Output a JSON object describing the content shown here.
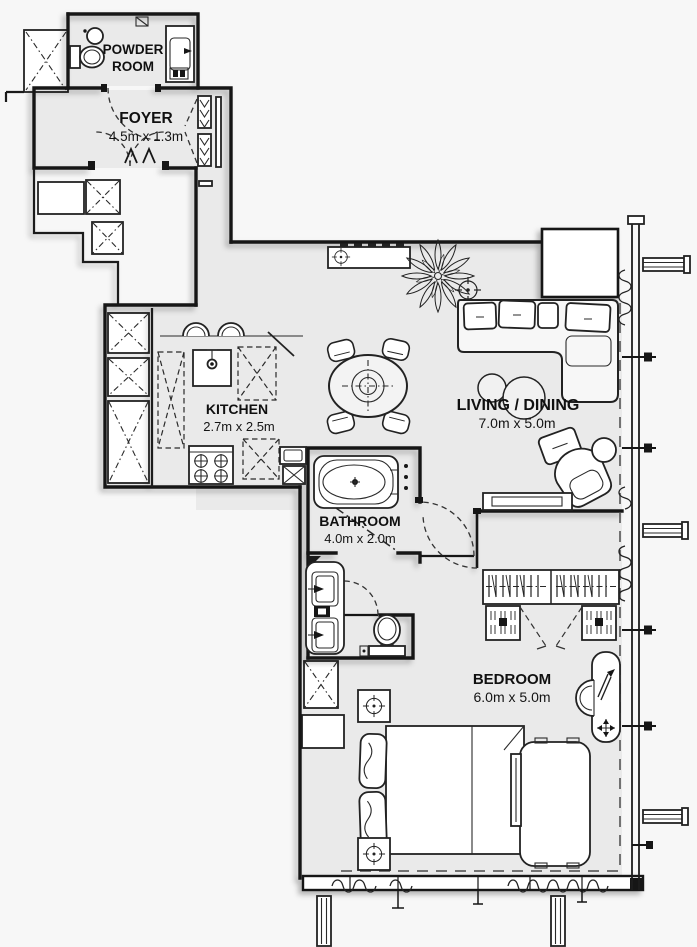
{
  "plan": {
    "rooms": {
      "powder_room": {
        "name_lines": [
          "POWDER",
          "ROOM"
        ]
      },
      "foyer": {
        "name": "FOYER",
        "dimensions": "4.5m x 1.3m"
      },
      "kitchen": {
        "name": "KITCHEN",
        "dimensions": "2.7m x 2.5m"
      },
      "living_dining": {
        "name": "LIVING / DINING",
        "dimensions": "7.0m x 5.0m"
      },
      "bathroom": {
        "name": "BATHROOM",
        "dimensions": "4.0m x 2.0m"
      },
      "bedroom": {
        "name": "BEDROOM",
        "dimensions": "6.0m x 5.0m"
      }
    },
    "colors": {
      "background": "#f7f7f7",
      "floor": "#eaeaea",
      "wall": "#161616",
      "text": "#111111"
    }
  }
}
